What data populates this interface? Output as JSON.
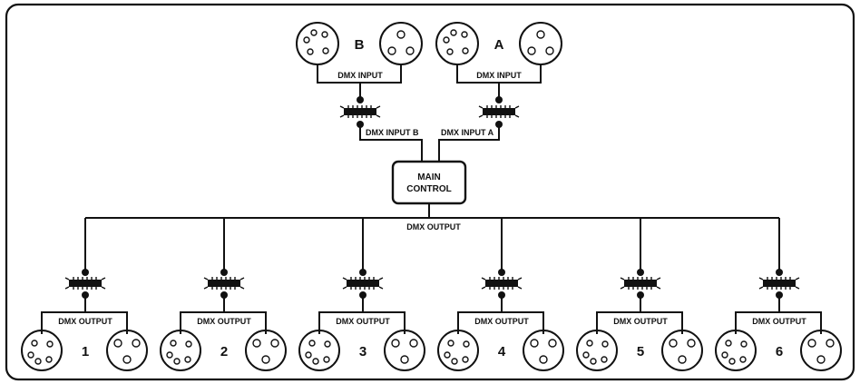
{
  "diagram": {
    "inputs": [
      {
        "letter": "B",
        "label": "DMX INPUT"
      },
      {
        "letter": "A",
        "label": "DMX INPUT"
      }
    ],
    "input_lines": {
      "b": "DMX INPUT B",
      "a": "DMX INPUT  A"
    },
    "main_control": {
      "line1": "MAIN",
      "line2": "CONTROL"
    },
    "bus_label": "DMX OUTPUT",
    "outputs": [
      {
        "number": "1",
        "label": "DMX OUTPUT"
      },
      {
        "number": "2",
        "label": "DMX OUTPUT"
      },
      {
        "number": "3",
        "label": "DMX OUTPUT"
      },
      {
        "number": "4",
        "label": "DMX OUTPUT"
      },
      {
        "number": "5",
        "label": "DMX OUTPUT"
      },
      {
        "number": "6",
        "label": "DMX OUTPUT"
      }
    ],
    "colors": {
      "ink": "#111111",
      "background": "#ffffff"
    },
    "icons": [
      "xlr-5-pin-connector-icon",
      "xlr-3-pin-connector-icon",
      "cable-connector-icon"
    ]
  }
}
